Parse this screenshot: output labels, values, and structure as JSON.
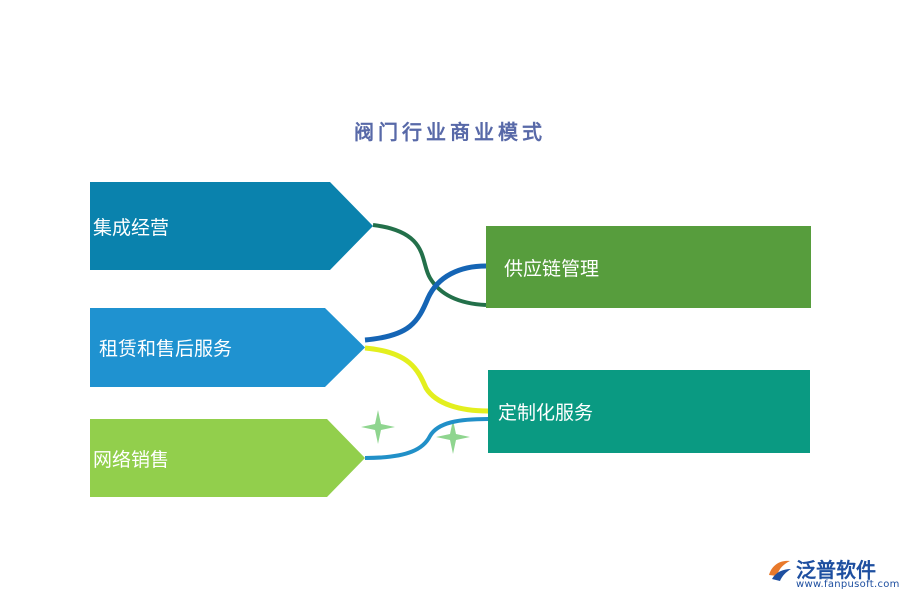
{
  "title": "阀门行业商业模式",
  "left_items": [
    {
      "label": "集成经营",
      "color": "#0a82ad"
    },
    {
      "label": "租赁和售后服务",
      "color": "#1f92d0"
    },
    {
      "label": "网络销售",
      "color": "#92cf4c"
    }
  ],
  "right_items": [
    {
      "label": "供应链管理",
      "color": "#579d3d"
    },
    {
      "label": "定制化服务",
      "color": "#0a9a82"
    }
  ],
  "connector_colors": {
    "integrated_to_supply": "#23704a",
    "rental_to_supply": "#1565b5",
    "rental_to_custom": "#e3ef1e",
    "online_to_custom": "#2190c8"
  },
  "sparkle_color": "#8fd58f",
  "logo": {
    "name": "泛普软件",
    "url": "www.fanpusoft.com",
    "color": "#1e4fa0"
  }
}
